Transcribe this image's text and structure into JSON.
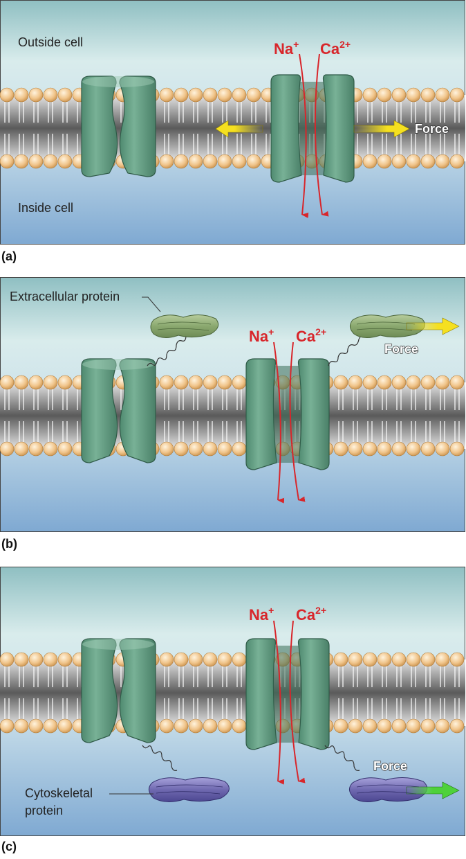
{
  "panels": [
    {
      "letter": "(a)",
      "outside_label": "Outside cell",
      "inside_label": "Inside cell",
      "ion_na": "Na",
      "ion_na_sup": "+",
      "ion_ca": "Ca",
      "ion_ca_sup": "2+",
      "force_label": "Force"
    },
    {
      "letter": "(b)",
      "protein_label": "Extracellular protein",
      "ion_na": "Na",
      "ion_na_sup": "+",
      "ion_ca": "Ca",
      "ion_ca_sup": "2+",
      "force_label": "Force"
    },
    {
      "letter": "(c)",
      "protein_label_line1": "Cytoskeletal",
      "protein_label_line2": "protein",
      "ion_na": "Na",
      "ion_na_sup": "+",
      "ion_ca": "Ca",
      "ion_ca_sup": "2+",
      "force_label": "Force"
    }
  ],
  "colors": {
    "outside_fluid": "#cfe4e6",
    "inside_fluid": "#8fb8d8",
    "lipid_head": "#f0c48a",
    "channel": "#6ea78d",
    "ion_arrow": "#d8262b",
    "force_arrow_yellow": "#f5e020",
    "force_arrow_green": "#4ed13a",
    "extracellular_protein": "#93b07a",
    "cytoskeletal_protein": "#7a74b8"
  }
}
